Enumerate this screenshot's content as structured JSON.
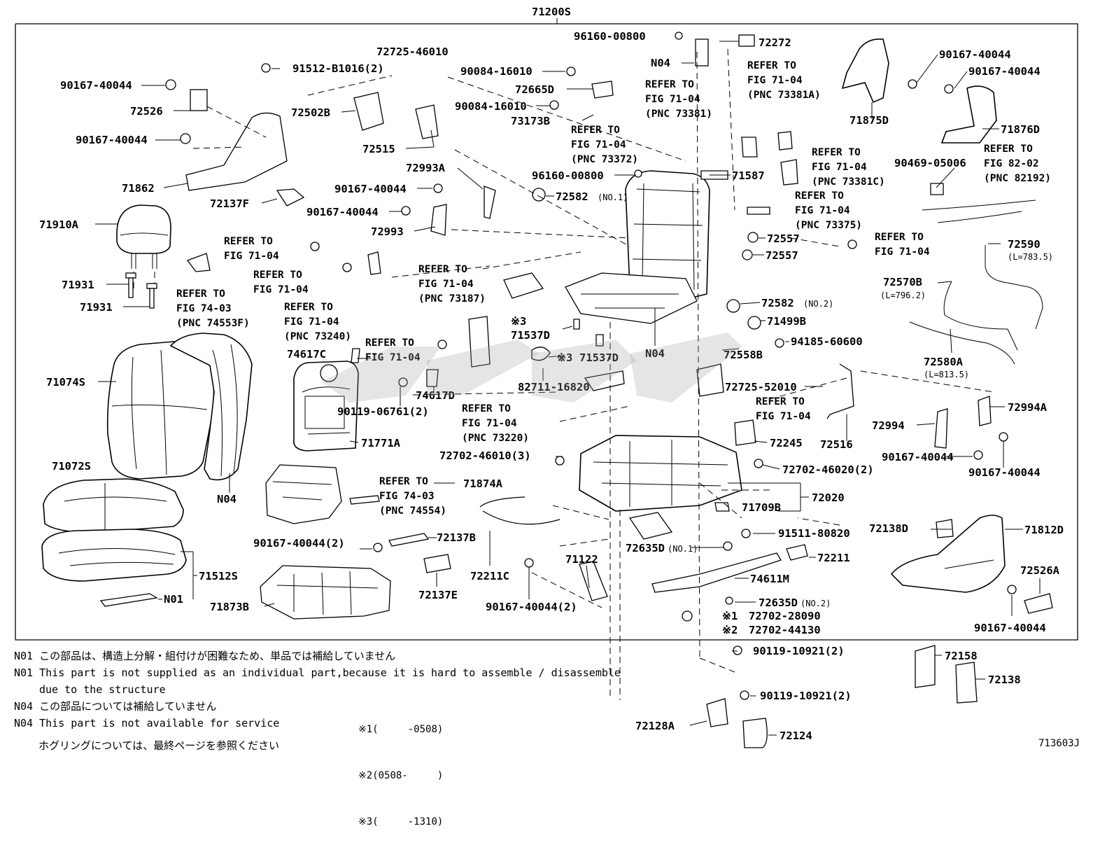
{
  "diagram": {
    "assembly_label": "71200S",
    "figure_id": "713603J",
    "callouts": [
      {
        "id": "c1",
        "text": "72272"
      },
      {
        "id": "c2",
        "text": "96160-00800"
      },
      {
        "id": "c3",
        "text": "N04"
      },
      {
        "id": "c4",
        "text": "72725-46010"
      },
      {
        "id": "c5",
        "text": "91512-B1016(2)"
      },
      {
        "id": "c6",
        "text": "90167-40044"
      },
      {
        "id": "c7",
        "text": "72526"
      },
      {
        "id": "c8",
        "text": "90167-40044"
      },
      {
        "id": "c9",
        "text": "72502B"
      },
      {
        "id": "c10",
        "text": "90084-16010"
      },
      {
        "id": "c11",
        "text": "72665D"
      },
      {
        "id": "c12",
        "text": "90084-16010"
      },
      {
        "id": "c13",
        "text": "73173B"
      },
      {
        "id": "c14",
        "text": "72515"
      },
      {
        "id": "c15",
        "text": "71862"
      },
      {
        "id": "c16",
        "text": "72137F"
      },
      {
        "id": "c17",
        "text": "72993A"
      },
      {
        "id": "c18",
        "text": "90167-40044"
      },
      {
        "id": "c19",
        "text": "96160-00800"
      },
      {
        "id": "c20",
        "text": "72582"
      },
      {
        "id": "c21",
        "text": "(NO.1)"
      },
      {
        "id": "c22",
        "text": "90167-40044"
      },
      {
        "id": "c23",
        "text": "72993"
      },
      {
        "id": "c24",
        "text": "71910A"
      },
      {
        "id": "c25",
        "text": "71931"
      },
      {
        "id": "c26",
        "text": "71931"
      },
      {
        "id": "c27",
        "text": "71587"
      },
      {
        "id": "c28",
        "text": "72557"
      },
      {
        "id": "c29",
        "text": "72557"
      },
      {
        "id": "c30",
        "text": "71875D"
      },
      {
        "id": "c31",
        "text": "90167-40044"
      },
      {
        "id": "c32",
        "text": "90167-40044"
      },
      {
        "id": "c33",
        "text": "71876D"
      },
      {
        "id": "c34",
        "text": "90469-05006"
      },
      {
        "id": "c35",
        "text": "72590"
      },
      {
        "id": "c36",
        "text": "(L=783.5)"
      },
      {
        "id": "c37",
        "text": "72570B"
      },
      {
        "id": "c38",
        "text": "(L=796.2)"
      },
      {
        "id": "c39",
        "text": "72580A"
      },
      {
        "id": "c40",
        "text": "(L=813.5)"
      },
      {
        "id": "c41",
        "text": "72582"
      },
      {
        "id": "c42",
        "text": "(NO.2)"
      },
      {
        "id": "c43",
        "text": "71499B"
      },
      {
        "id": "c44",
        "text": "94185-60600"
      },
      {
        "id": "c45",
        "text": "72558B"
      },
      {
        "id": "c46",
        "text": "72725-52010"
      },
      {
        "id": "c47",
        "text": "72994A"
      },
      {
        "id": "c48",
        "text": "72994"
      },
      {
        "id": "c49",
        "text": "90167-40044"
      },
      {
        "id": "c50",
        "text": "90167-40044"
      },
      {
        "id": "c51",
        "text": "72516"
      },
      {
        "id": "c52",
        "text": "72245"
      },
      {
        "id": "c53",
        "text": "72702-46020(2)"
      },
      {
        "id": "c54",
        "text": "72020"
      },
      {
        "id": "c55",
        "text": "71709B"
      },
      {
        "id": "c56",
        "text": "91511-80820"
      },
      {
        "id": "c57",
        "text": "72635D"
      },
      {
        "id": "c58",
        "text": "(NO.1)"
      },
      {
        "id": "c59",
        "text": "72211"
      },
      {
        "id": "c60",
        "text": "74611M"
      },
      {
        "id": "c61",
        "text": "72635D"
      },
      {
        "id": "c62",
        "text": "(NO.2)"
      },
      {
        "id": "c63",
        "text": "72702-28090"
      },
      {
        "id": "c64",
        "text": "72702-44130"
      },
      {
        "id": "c65",
        "text": "※1"
      },
      {
        "id": "c66",
        "text": "※2"
      },
      {
        "id": "c67",
        "text": "72138D"
      },
      {
        "id": "c68",
        "text": "71812D"
      },
      {
        "id": "c69",
        "text": "72526A"
      },
      {
        "id": "c70",
        "text": "90167-40044"
      },
      {
        "id": "c71",
        "text": "71074S"
      },
      {
        "id": "c72",
        "text": "74617C"
      },
      {
        "id": "c73",
        "text": "74617D"
      },
      {
        "id": "c74",
        "text": "90119-06761(2)"
      },
      {
        "id": "c75",
        "text": "71771A"
      },
      {
        "id": "c76",
        "text": "N04"
      },
      {
        "id": "c77",
        "text": "71072S"
      },
      {
        "id": "c78",
        "text": "71874A"
      },
      {
        "id": "c79",
        "text": "90167-40044(2)"
      },
      {
        "id": "c80",
        "text": "72137B"
      },
      {
        "id": "c81",
        "text": "71512S"
      },
      {
        "id": "c82",
        "text": "N01"
      },
      {
        "id": "c83",
        "text": "71873B"
      },
      {
        "id": "c84",
        "text": "72137E"
      },
      {
        "id": "c85",
        "text": "72211C"
      },
      {
        "id": "c86",
        "text": "90167-40044(2)"
      },
      {
        "id": "c87",
        "text": "71122"
      },
      {
        "id": "c88",
        "text": "※3"
      },
      {
        "id": "c89",
        "text": "71537D"
      },
      {
        "id": "c90",
        "text": "※3"
      },
      {
        "id": "c91",
        "text": "71537D"
      },
      {
        "id": "c92",
        "text": "82711-16820"
      },
      {
        "id": "c93",
        "text": "N04"
      },
      {
        "id": "c94",
        "text": "72702-46010(3)"
      },
      {
        "id": "c95",
        "text": "90119-10921(2)"
      },
      {
        "id": "c96",
        "text": "90119-10921(2)"
      },
      {
        "id": "c97",
        "text": "72158"
      },
      {
        "id": "c98",
        "text": "72138"
      },
      {
        "id": "c99",
        "text": "72128A"
      },
      {
        "id": "c100",
        "text": "72124"
      }
    ],
    "references": [
      {
        "id": "r1",
        "lines": [
          "REFER TO",
          "FIG 71-04",
          "(PNC 73381A)"
        ]
      },
      {
        "id": "r2",
        "lines": [
          "REFER TO",
          "FIG 71-04",
          "(PNC 73381)"
        ]
      },
      {
        "id": "r3",
        "lines": [
          "REFER TO",
          "FIG 71-04",
          "(PNC 73372)"
        ]
      },
      {
        "id": "r4",
        "lines": [
          "REFER TO",
          "FIG 71-04",
          "(PNC 73381C)"
        ]
      },
      {
        "id": "r5",
        "lines": [
          "REFER TO",
          "FIG 82-02",
          "(PNC 82192)"
        ]
      },
      {
        "id": "r6",
        "lines": [
          "REFER TO",
          "FIG 71-04",
          "(PNC 73375)"
        ]
      },
      {
        "id": "r7",
        "lines": [
          "REFER TO",
          "FIG 71-04"
        ]
      },
      {
        "id": "r8",
        "lines": [
          "REFER TO",
          "FIG 71-04"
        ]
      },
      {
        "id": "r9",
        "lines": [
          "REFER TO",
          "FIG 71-04"
        ]
      },
      {
        "id": "r10",
        "lines": [
          "REFER TO",
          "FIG 74-03",
          "(PNC 74553F)"
        ]
      },
      {
        "id": "r11",
        "lines": [
          "REFER TO",
          "FIG 71-04",
          "(PNC 73187)"
        ]
      },
      {
        "id": "r12",
        "lines": [
          "REFER TO",
          "FIG 71-04",
          "(PNC 73240)"
        ]
      },
      {
        "id": "r13",
        "lines": [
          "REFER TO",
          "FIG 71-04"
        ]
      },
      {
        "id": "r14",
        "lines": [
          "REFER TO",
          "FIG 71-04",
          "(PNC 73220)"
        ]
      },
      {
        "id": "r15",
        "lines": [
          "REFER TO",
          "FIG 71-04"
        ]
      },
      {
        "id": "r16",
        "lines": [
          "REFER TO",
          "FIG 74-03",
          "(PNC 74554)"
        ]
      }
    ]
  },
  "notes": {
    "n01_ja": "N01 この部品は、構造上分解・組付けが困難なため、単品では補給していません",
    "n01_en_1": "N01 This part is not supplied as an individual part,because it is hard to assemble / disassemble",
    "n01_en_2": "due to the structure",
    "n04_ja": "N04 この部品については補給していません",
    "n04_en": "N04 This part is not available for service",
    "grommet_note": "ホグリングについては、最終ページを参照ください",
    "timeline_1": "※1(     -0508)",
    "timeline_2": "※2(0508-     )",
    "timeline_3": "※3(     -1310)"
  }
}
